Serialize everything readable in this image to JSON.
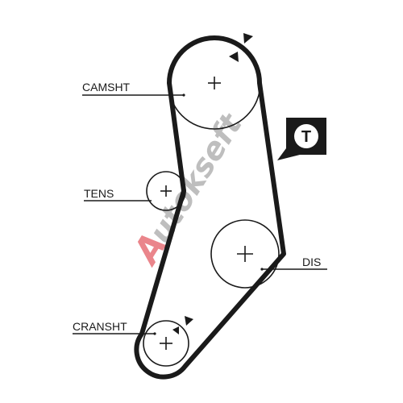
{
  "diagram": {
    "labels": {
      "camshaft": "CAMSHT",
      "tensioner": "TENS",
      "distributor": "DIS",
      "crankshaft": "CRANSHT"
    },
    "tensioner_symbol": "T",
    "watermark": {
      "first": "A",
      "rest": "utokseft"
    },
    "colors": {
      "belt": "#1a1a1a",
      "pulley": "#1a1a1a",
      "watermark_red": "#d9232e",
      "watermark_gray": "#8a8a8a"
    }
  }
}
